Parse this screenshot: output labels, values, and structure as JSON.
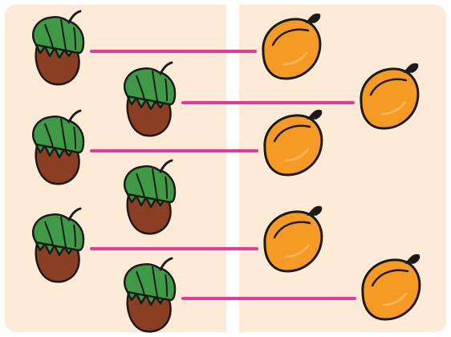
{
  "colors": {
    "panel_bg": "#fdebd8",
    "divider": "#ffffff",
    "link_line": "#e8399a",
    "hazelnut_husk": "#3f9a45",
    "hazelnut_husk_shade": "#2f7d36",
    "hazelnut_shell": "#8b3f22",
    "apricot": "#f59a22",
    "apricot_highlight": "#fbb552",
    "outline": "#1a1a1a"
  },
  "hazelnuts": [
    {
      "name": "hazelnut-1",
      "icon": "hazelnut-icon"
    },
    {
      "name": "hazelnut-2",
      "icon": "hazelnut-icon"
    },
    {
      "name": "hazelnut-3",
      "icon": "hazelnut-icon"
    },
    {
      "name": "hazelnut-4",
      "icon": "hazelnut-icon"
    },
    {
      "name": "hazelnut-5",
      "icon": "hazelnut-icon"
    },
    {
      "name": "hazelnut-6",
      "icon": "hazelnut-icon"
    }
  ],
  "apricots": [
    {
      "name": "apricot-1",
      "icon": "apricot-icon"
    },
    {
      "name": "apricot-2",
      "icon": "apricot-icon"
    },
    {
      "name": "apricot-3",
      "icon": "apricot-icon"
    },
    {
      "name": "apricot-4",
      "icon": "apricot-icon"
    },
    {
      "name": "apricot-5",
      "icon": "apricot-icon"
    }
  ],
  "matches": [
    {
      "hazelnut": 1,
      "apricot": 1
    },
    {
      "hazelnut": 2,
      "apricot": 2
    },
    {
      "hazelnut": 3,
      "apricot": 3
    },
    {
      "hazelnut": 5,
      "apricot": 4
    },
    {
      "hazelnut": 6,
      "apricot": 5
    }
  ]
}
